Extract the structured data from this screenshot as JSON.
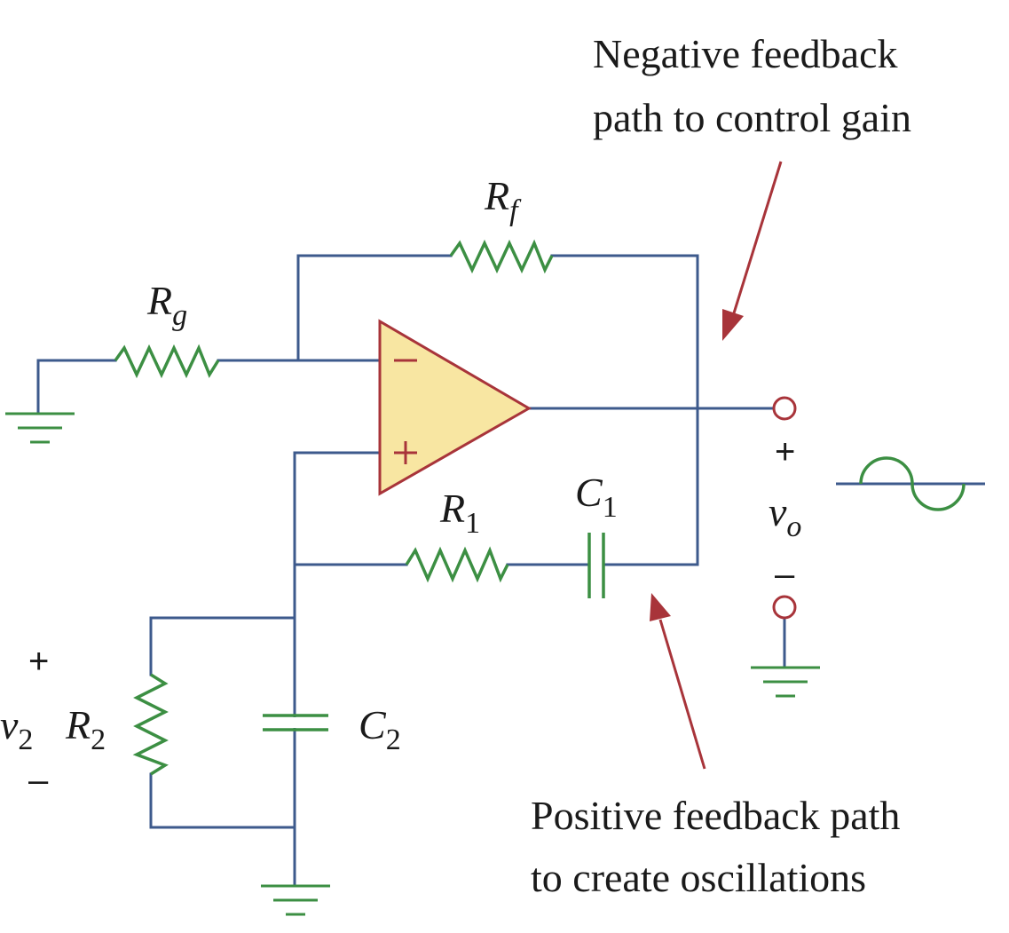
{
  "diagram": {
    "labels": {
      "rf": {
        "main": "R",
        "sub": "f"
      },
      "rg": {
        "main": "R",
        "sub": "g"
      },
      "r1": {
        "main": "R",
        "sub": "1"
      },
      "c1": {
        "main": "C",
        "sub": "1"
      },
      "r2": {
        "main": "R",
        "sub": "2"
      },
      "c2": {
        "main": "C",
        "sub": "2"
      },
      "vo": {
        "main": "v",
        "sub": "o"
      },
      "v2": {
        "main": "v",
        "sub": "2"
      }
    },
    "output_signs": {
      "plus": "+",
      "minus": "–"
    },
    "v2_signs": {
      "plus": "+",
      "minus": "–"
    },
    "opamp_signs": {
      "inverting": "–",
      "noninverting": "+"
    },
    "annotations": {
      "negative": [
        "Negative feedback",
        "path to control gain"
      ],
      "positive": [
        "Positive feedback path",
        "to create oscillations"
      ]
    },
    "colors": {
      "wire": "#3d5a8c",
      "component": "#3c8f43",
      "opamp_fill": "#f8e6a2",
      "accent": "#a8343a"
    }
  }
}
